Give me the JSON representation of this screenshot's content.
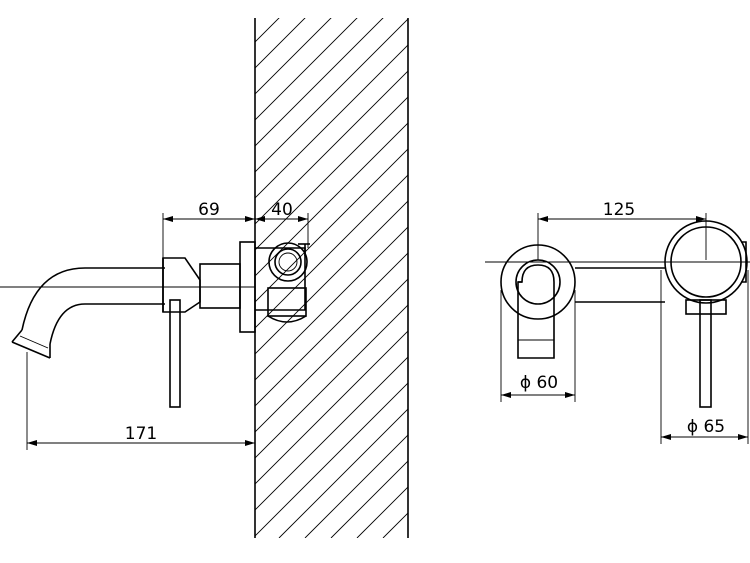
{
  "dimensions": {
    "side_top_left": "69",
    "side_top_right": "40",
    "side_bottom": "171",
    "front_top": "125",
    "front_spout_diameter": "ϕ 60",
    "front_handle_diameter": "ϕ 65"
  }
}
